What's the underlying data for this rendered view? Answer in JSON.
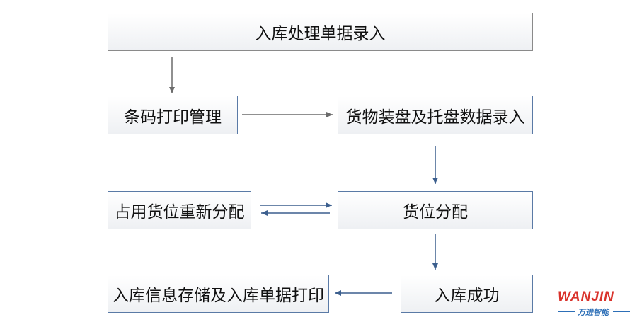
{
  "nodes": {
    "inbound_entry": "入库处理单据录入",
    "barcode_print": "条码打印管理",
    "palletize_entry": "货物装盘及托盘数据录入",
    "reallocate": "占用货位重新分配",
    "location_assign": "货位分配",
    "inbound_success": "入库成功",
    "store_and_print": "入库信息存储及入库单据打印"
  },
  "logo": {
    "wordmark": "WANJIN",
    "subtitle": "万进智能"
  },
  "colors": {
    "arrow_gray": "#6b6b6b",
    "arrow_blue": "#3c5f8e",
    "logo_red": "#d9322b",
    "logo_blue": "#2d6fb7"
  }
}
